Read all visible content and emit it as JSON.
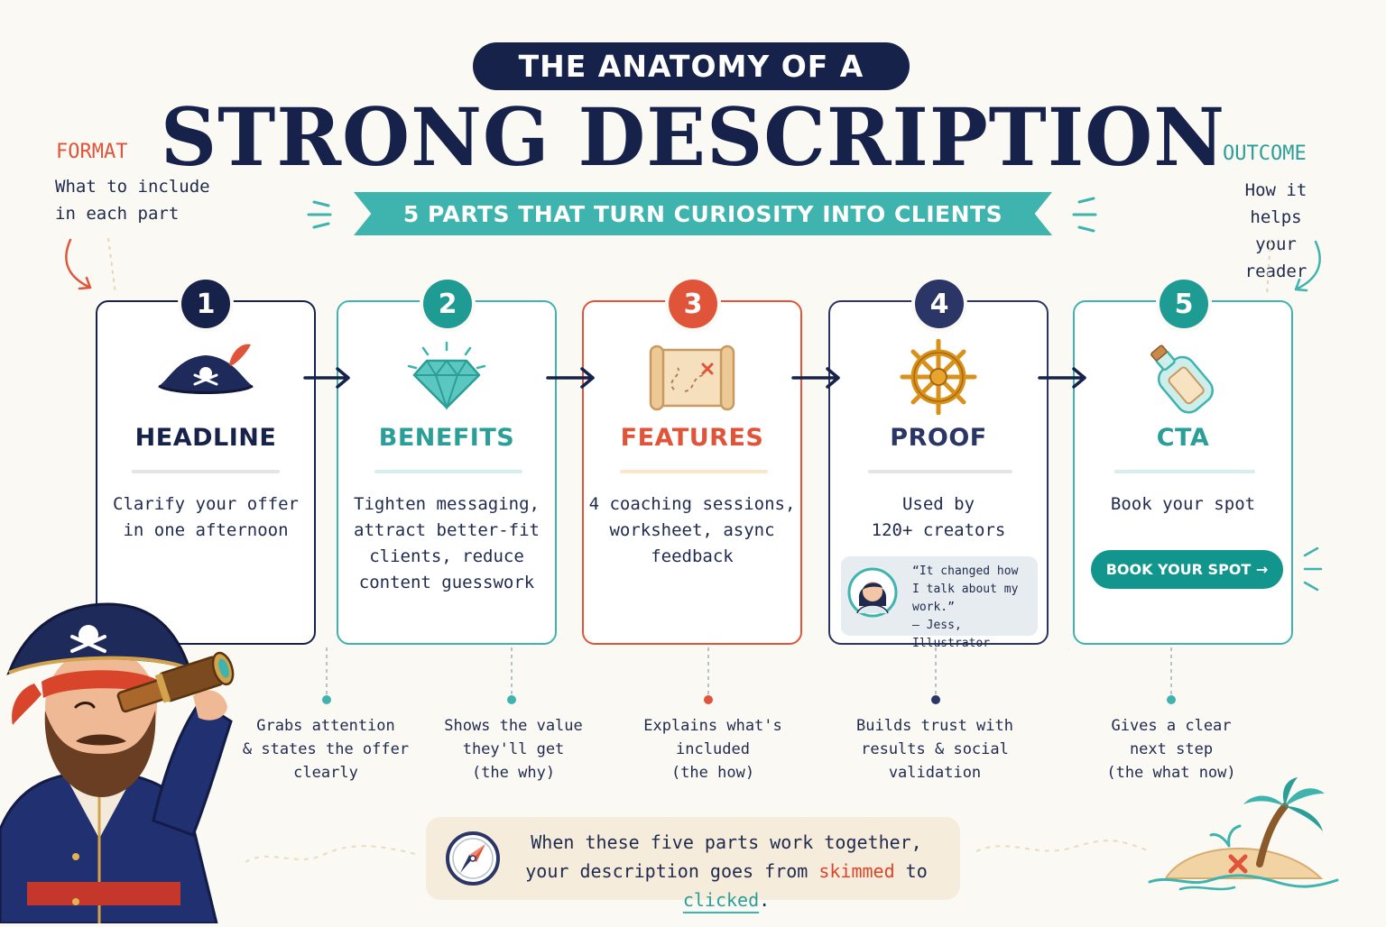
{
  "header": {
    "kicker": "THE ANATOMY OF A",
    "title": "STRONG DESCRIPTION",
    "ribbon": "5 PARTS THAT TURN CURIOSITY INTO CLIENTS"
  },
  "format_note": {
    "label": "FORMAT",
    "line1": "What to include",
    "line2": "in each part"
  },
  "outcome_note": {
    "label": "OUTCOME",
    "line1": "How it helps",
    "line2": "your reader"
  },
  "colors": {
    "navy": "#17224a",
    "teal": "#3fb3ad",
    "red": "#e0553a",
    "indigo": "#2b3566"
  },
  "parts": [
    {
      "number": "1",
      "title": "HEADLINE",
      "icon": "pirate-hat-icon",
      "body": [
        "Clarify your offer",
        "in one afternoon"
      ],
      "caption": [
        "Grabs attention",
        "& states the offer",
        "clearly"
      ]
    },
    {
      "number": "2",
      "title": "BENEFITS",
      "icon": "diamond-icon",
      "body": [
        "Tighten messaging,",
        "attract better-fit",
        "clients, reduce",
        "content guesswork"
      ],
      "caption": [
        "Shows the value",
        "they'll get",
        "(the why)"
      ]
    },
    {
      "number": "3",
      "title": "FEATURES",
      "icon": "treasure-map-icon",
      "body": [
        "4 coaching sessions,",
        "worksheet, async",
        "feedback"
      ],
      "caption": [
        "Explains what's",
        "included",
        "(the how)"
      ]
    },
    {
      "number": "4",
      "title": "PROOF",
      "icon": "ship-wheel-icon",
      "body": [
        "Used by",
        "120+ creators"
      ],
      "caption": [
        "Builds trust with",
        "results & social",
        "validation"
      ]
    },
    {
      "number": "5",
      "title": "CTA",
      "icon": "message-bottle-icon",
      "body": [
        "Book your spot"
      ],
      "caption": [
        "Gives a clear",
        "next step",
        "(the what now)"
      ]
    }
  ],
  "testimonial": {
    "quote": [
      "“It changed how",
      "I talk about my",
      "work.”"
    ],
    "author": "– Jess, Illustrator"
  },
  "cta_button": {
    "label": "BOOK YOUR SPOT →"
  },
  "footer": {
    "line1": "When these five parts work together,",
    "line2_a": "your description goes from ",
    "word_skimmed": "skimmed",
    "line2_b": " to ",
    "word_clicked": "clicked",
    "line2_c": "."
  }
}
